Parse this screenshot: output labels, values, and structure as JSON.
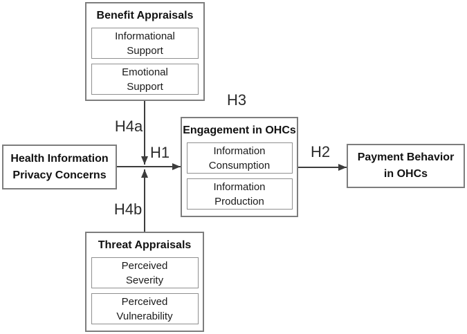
{
  "boxes": {
    "privacy": {
      "title": "Health Information\nPrivacy Concerns"
    },
    "benefit": {
      "title": "Benefit Appraisals",
      "items": [
        {
          "label": "Informational\nSupport"
        },
        {
          "label": "Emotional\nSupport"
        }
      ]
    },
    "threat": {
      "title": "Threat Appraisals",
      "items": [
        {
          "label": "Perceived\nSeverity"
        },
        {
          "label": "Perceived\nVulnerability"
        }
      ]
    },
    "engagement": {
      "title": "Engagement in OHCs",
      "items": [
        {
          "label": "Information\nConsumption"
        },
        {
          "label": "Information\nProduction"
        }
      ]
    },
    "payment": {
      "title": "Payment Behavior\nin OHCs"
    }
  },
  "hypotheses": {
    "h1": "H1",
    "h2": "H2",
    "h3": "H3",
    "h4a": "H4a",
    "h4b": "H4b"
  },
  "colors": {
    "arrow": "#3c3c3c",
    "outer_border": "#7d7d7d",
    "inner_border": "#8f8f8f",
    "background": "#ffffff",
    "text": "#111111"
  }
}
